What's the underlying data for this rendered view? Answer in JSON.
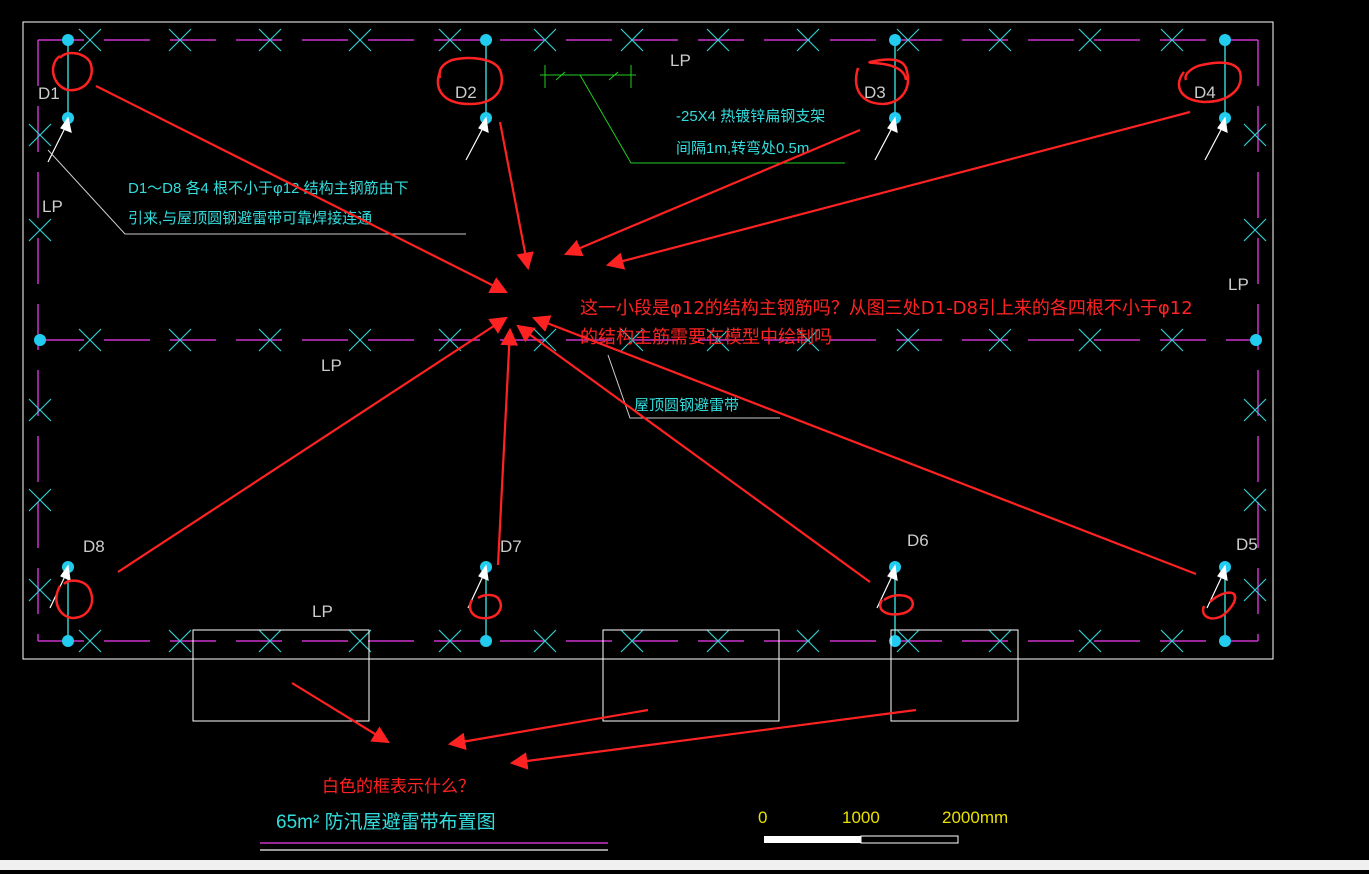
{
  "drawing": {
    "labels": {
      "d1": "D1",
      "d2": "D2",
      "d3": "D3",
      "d4": "D4",
      "d5": "D5",
      "d6": "D6",
      "d7": "D7",
      "d8": "D8",
      "lp": "LP"
    },
    "bracket_note": {
      "line1": "-25X4 热镀锌扁钢支架",
      "line2": "间隔1m,转弯处0.5m"
    },
    "downlead_note": {
      "line1": "D1～D8 各4 根不小于φ12 结构主钢筋由下",
      "line2": "引来,与屋顶圆钢避雷带可靠焊接连通"
    },
    "roof_band_note": "屋顶圆钢避雷带",
    "title": "65m² 防汛屋避雷带布置图",
    "scale": {
      "t0": "0",
      "t1": "1000",
      "t2": "2000mm"
    }
  },
  "annotations": {
    "question1_line1": "这一小段是φ12的结构主钢筋吗？从图三处D1-D8引上来的各四根不小于φ12",
    "question1_line2": "的结构主筋需要在模型中绘制吗",
    "question2": "白色的框表示什么？"
  },
  "colors": {
    "background": "#000000",
    "frame": "#ffffff",
    "band": "#cc33cc",
    "node": "#22ccee",
    "cad_text": "#33dddd",
    "annotation_red": "#ff2222",
    "title_yellow": "#e8e000",
    "leader_green": "#22cc22"
  }
}
